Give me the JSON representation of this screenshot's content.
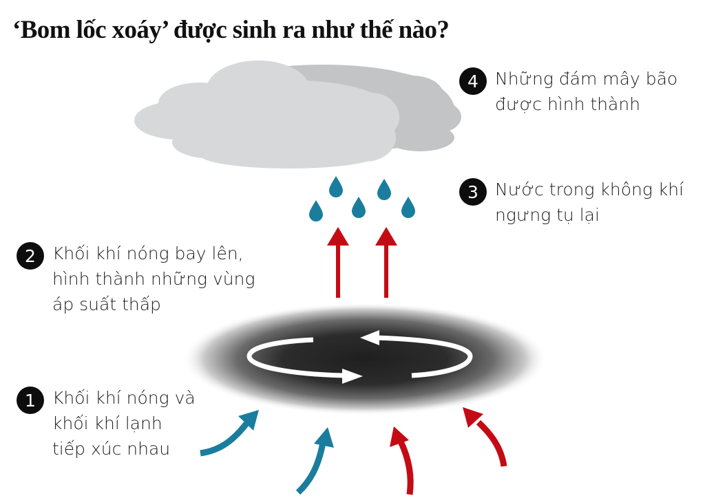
{
  "title": "‘Bom lốc xoáy’ được sinh ra như thế nào?",
  "colors": {
    "warm_air": "#c40b14",
    "cold_air": "#1a7d9e",
    "cloud_front": "#d7d8d9",
    "cloud_back": "#c2c4c6",
    "low_pressure_core": "#1f1f1f",
    "badge": "#0d0d0d"
  },
  "steps": [
    {
      "number": "1",
      "lines": [
        "Khối khí nóng và",
        "khối khí lạnh",
        "tiếp xúc nhau"
      ]
    },
    {
      "number": "2",
      "lines": [
        "Khối khí nóng bay lên,",
        "hình thành những vùng",
        "áp suất thấp"
      ]
    },
    {
      "number": "3",
      "lines": [
        "Nước trong không khí",
        "ngưng tụ lại"
      ]
    },
    {
      "number": "4",
      "lines": [
        "Những đám mây bão",
        "được hình thành"
      ]
    }
  ],
  "illustration": {
    "cloud": "storm-cloud",
    "droplets": 5,
    "rising_arrows": 2,
    "vortex": "counter-clockwise rotating low-pressure zone",
    "inflow_arrows": {
      "cold": 2,
      "warm": 2
    }
  }
}
